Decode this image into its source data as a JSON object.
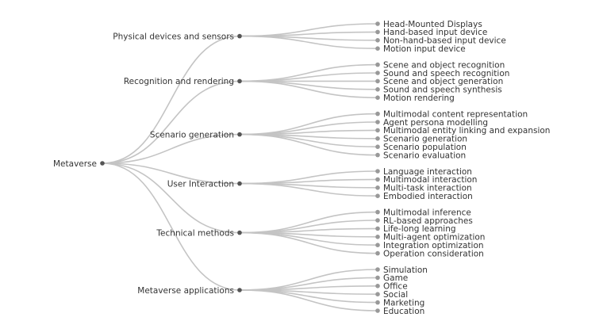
{
  "colors": {
    "link": "#c4c4c4",
    "node_root": "#555555",
    "node_branch": "#555555",
    "node_leaf": "#999999",
    "text": "#333333"
  },
  "tree": {
    "root": "Metaverse",
    "branches": [
      {
        "label": "Physical devices and sensors",
        "children": [
          "Head-Mounted Displays",
          "Hand-based input device",
          "Non-hand-based input device",
          "Motion input device"
        ]
      },
      {
        "label": "Recognition and rendering",
        "children": [
          "Scene and object recognition",
          "Sound and speech recognition",
          "Scene and object generation",
          "Sound and speech synthesis",
          "Motion rendering"
        ]
      },
      {
        "label": "Scenario generation",
        "children": [
          "Multimodal content representation",
          "Agent persona modelling",
          "Multimodal entity linking and expansion",
          "Scenario generation",
          "Scenario population",
          "Scenario evaluation"
        ]
      },
      {
        "label": "User Interaction",
        "children": [
          "Language interaction",
          "Multimodal interaction",
          "Multi-task interaction",
          "Embodied interaction"
        ]
      },
      {
        "label": "Technical methods",
        "children": [
          "Multimodal inference",
          "RL-based approaches",
          "Life-long learning",
          "Multi-agent optimization",
          "Integration optimization",
          "Operation consideration"
        ]
      },
      {
        "label": "Metaverse applications",
        "children": [
          "Simulation",
          "Game",
          "Office",
          "Social",
          "Marketing",
          "Education"
        ]
      }
    ]
  }
}
